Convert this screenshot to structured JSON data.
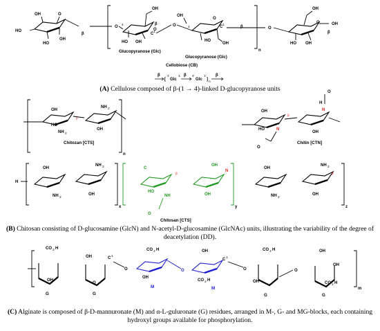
{
  "panel_a": {
    "unit_label": "Glucopyranose (Glc)",
    "unit_label_2": "Glucopyranose (Glc)",
    "title": "Cellobiose (CB)",
    "sub_n": "n",
    "beta": "β",
    "oh": "OH",
    "ho": "HO",
    "o": "O",
    "c": "C",
    "sup_1": "1",
    "sup_4": "4",
    "formula": {
      "beta1": "β",
      "g1": "[",
      "sup4": "4",
      "glc1": "Glc",
      "sup1": "1",
      "beta_mid": "β",
      "sup4b": "4'",
      "glc2": "Glc",
      "sup1b": "1'",
      "close": "]",
      "n": "n",
      "beta_end": "β"
    },
    "caption_prefix": "(A)",
    "caption_text": " Cellulose composed of β-(1 → 4)-linked D-glucopyranose units"
  },
  "panel_b": {
    "chitozan_label": "Chitozan  [CTS]",
    "chitin_label": "Chitin  [CTN]",
    "chitosan_label": "Chitosan  [CTS]",
    "nh2": "NH",
    "nh": "NH",
    "n": "N",
    "h": "H",
    "sub2": "2",
    "x": "x",
    "y": "y",
    "z": "z",
    "n_sub": "n",
    "caption_prefix": "(B)",
    "caption_text": " Chitosan consisting of D-glucosamine (GlcN) and N-acetyl-D-glucosamine (GlcNAc) units, illustrating the variability of the degree of deacetylation (DD)."
  },
  "panel_c": {
    "co2h": "CO",
    "co2h_sub": "2",
    "co2h_h": "H",
    "g": "G",
    "m": "M",
    "m_sub": "m",
    "caption_prefix": "(C)",
    "caption_text": " Alginate is composed of β-D-mannuronate (M) and α-L-guluronate (G) residues, arranged in M-, G- and MG-blocks, each containing hydroxyl groups available for phosphorylation."
  },
  "colors": {
    "ink": "#000000",
    "red": "#e0261f",
    "green": "#1f9a1f",
    "blue": "#1c1cd0"
  }
}
